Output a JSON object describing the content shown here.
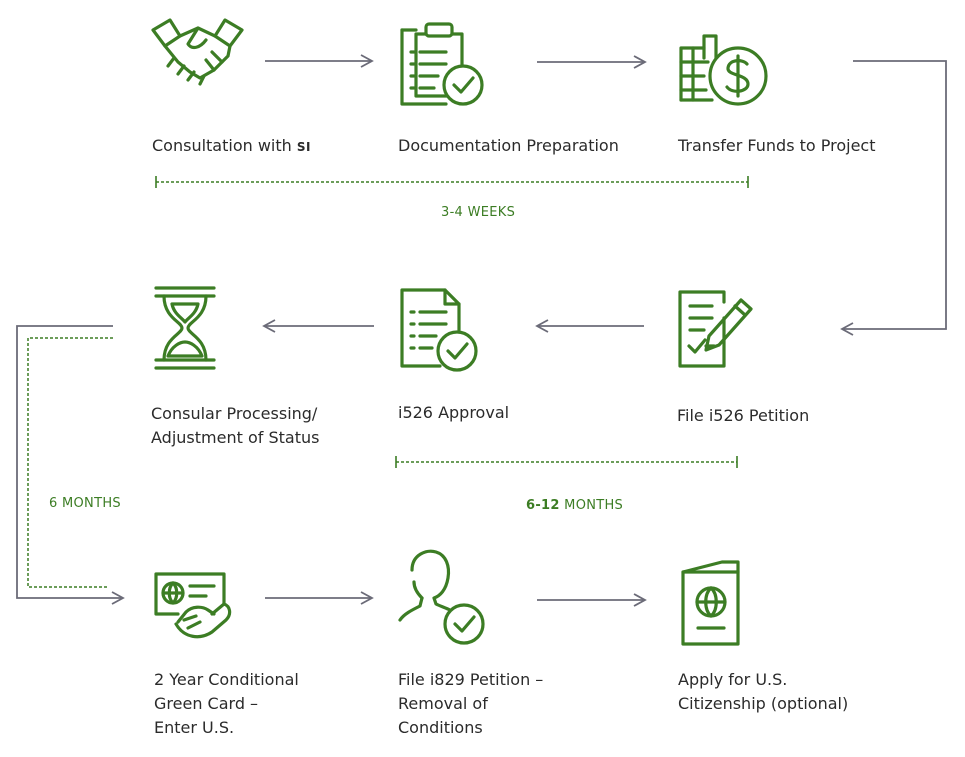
{
  "steps": {
    "consultation": {
      "text": "Consultation with",
      "brand": "SI"
    },
    "documentation": {
      "lines": [
        "Documentation Preparation"
      ]
    },
    "transfer": {
      "lines": [
        "Transfer Funds to Project"
      ]
    },
    "file_i526": {
      "lines": [
        "File i526 Petition"
      ]
    },
    "i526_approval": {
      "lines": [
        "i526 Approval"
      ]
    },
    "consular": {
      "lines": [
        "Consular Processing/",
        "Adjustment of Status"
      ]
    },
    "green_card": {
      "lines": [
        "2 Year Conditional",
        "Green Card –",
        "Enter U.S."
      ]
    },
    "file_i829": {
      "lines": [
        "File i829 Petition –",
        "Removal of",
        "Conditions"
      ]
    },
    "citizenship": {
      "lines": [
        "Apply for U.S.",
        "Citizenship (optional)"
      ]
    }
  },
  "durations": {
    "phase1": "3-4 WEEKS",
    "phase2": {
      "range": "6-12",
      "unit": "MONTHS"
    },
    "phase3": "6 MONTHS"
  },
  "icons": {
    "consultation": "handshake-icon",
    "documentation": "clipboard-check-icon",
    "transfer": "building-dollar-icon",
    "file_i526": "document-pen-icon",
    "i526_approval": "document-check-icon",
    "consular": "hourglass-icon",
    "green_card": "card-globe-hand-icon",
    "file_i829": "person-check-icon",
    "citizenship": "passport-icon"
  },
  "colors": {
    "accent": "#3c7d24",
    "arrow": "#6b6b78",
    "text": "#2b2b2b"
  }
}
